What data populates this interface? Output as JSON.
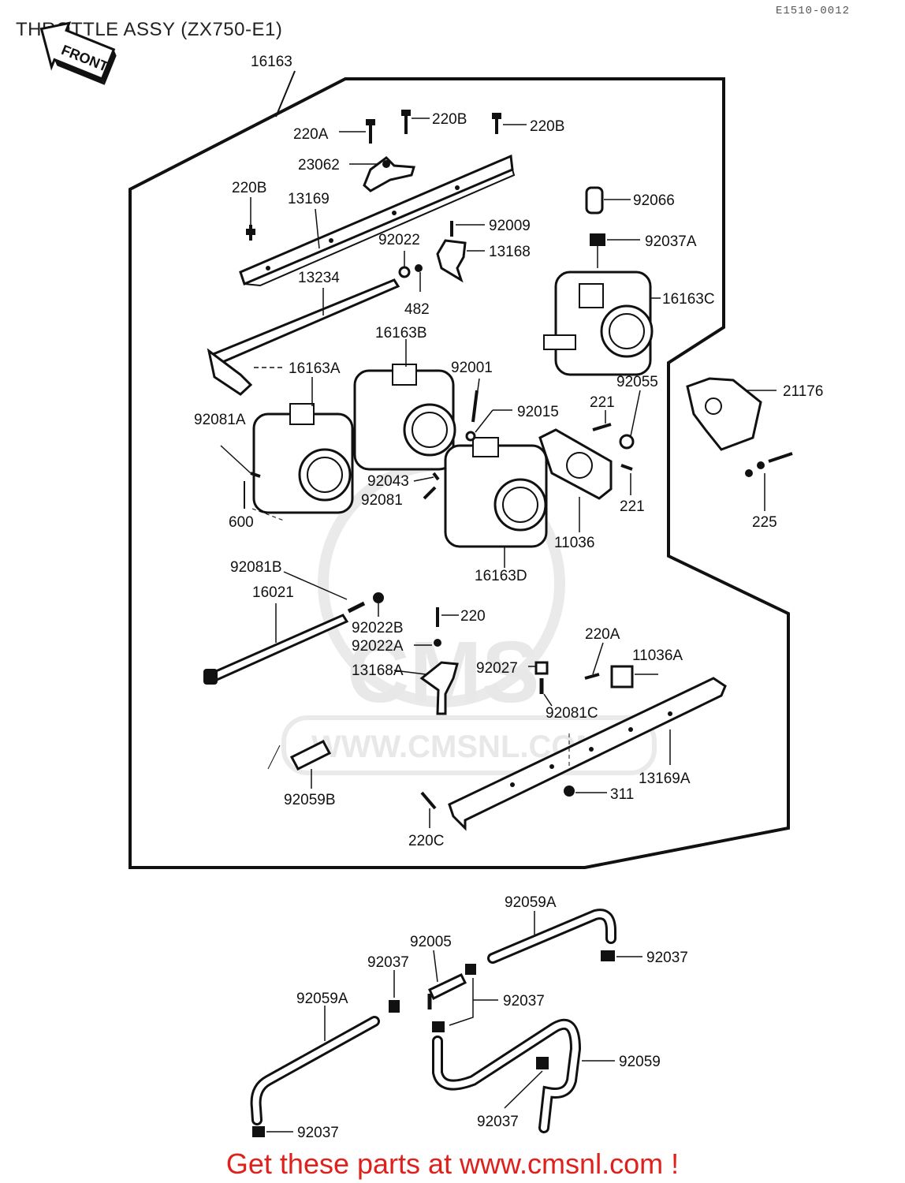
{
  "title": "THROTTLE ASSY (ZX750-E1)",
  "diagram_code": "E1510-0012",
  "front_marker": "FRONT",
  "watermark": {
    "brand": "CMS",
    "site": "WWW.CMSNL.COM"
  },
  "footer": "Get these parts at www.cmsnl.com !",
  "part_labels": {
    "p16163": "16163",
    "p220A_top": "220A",
    "p220B_a": "220B",
    "p220B_b": "220B",
    "p23062": "23062",
    "p220B_c": "220B",
    "p13169": "13169",
    "p92066": "92066",
    "p92009": "92009",
    "p92037A": "92037A",
    "p92022": "92022",
    "p13168": "13168",
    "p13234": "13234",
    "p482": "482",
    "p16163C": "16163C",
    "p16163B": "16163B",
    "p16163A": "16163A",
    "p92001": "92001",
    "p92055": "92055",
    "p21176": "21176",
    "p92081A": "92081A",
    "p92015": "92015",
    "p221_a": "221",
    "p92043": "92043",
    "p92081": "92081",
    "p221_b": "221",
    "p600": "600",
    "p225": "225",
    "p11036": "11036",
    "p16163D": "16163D",
    "p92081B": "92081B",
    "p16021": "16021",
    "p220": "220",
    "p92022B": "92022B",
    "p220A_mid": "220A",
    "p92022A": "92022A",
    "p11036A": "11036A",
    "p92027": "92027",
    "p13168A": "13168A",
    "p92081C": "92081C",
    "p13169A": "13169A",
    "p92059B": "92059B",
    "p311": "311",
    "p220C": "220C",
    "p92059A_top": "92059A",
    "p92005": "92005",
    "p92037_a": "92037",
    "p92037_b": "92037",
    "p92059A_left": "92059A",
    "p92037_c": "92037",
    "p92059": "92059",
    "p92037_d": "92037",
    "p92037_e": "92037"
  }
}
